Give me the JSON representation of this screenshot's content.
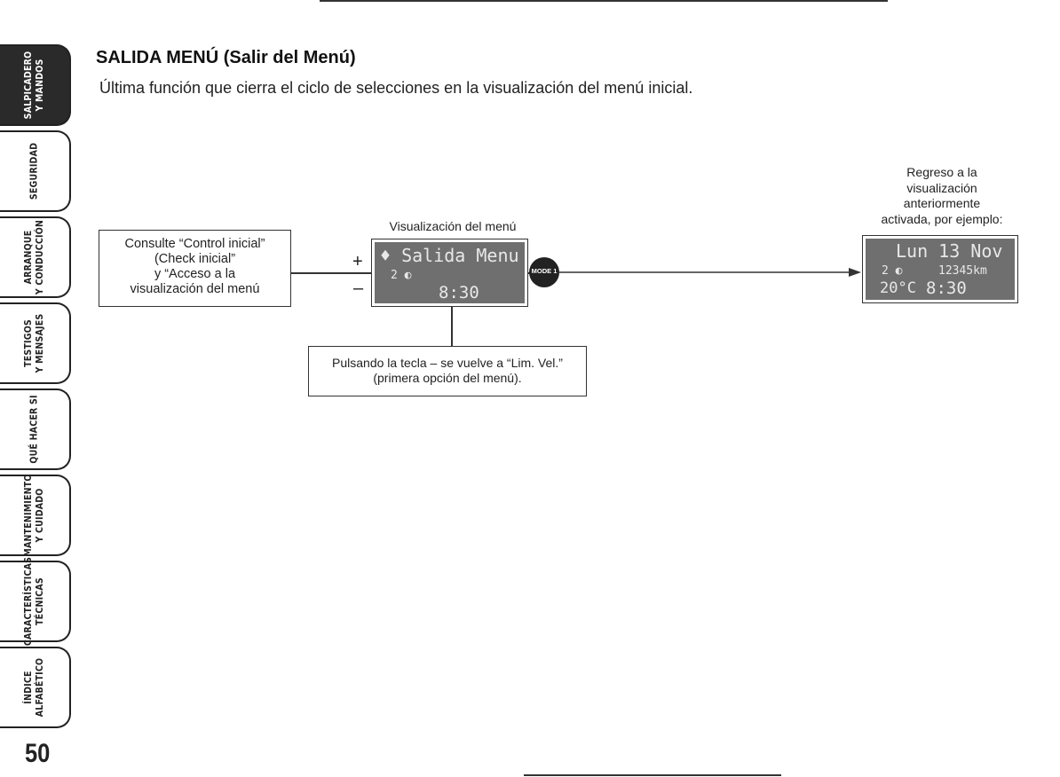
{
  "page": {
    "title": "SALIDA MENÚ (Salir del Menú)",
    "subtitle": "Última función que cierra el ciclo de selecciones en la visualización del menú inicial.",
    "page_number": "50"
  },
  "tabs": [
    {
      "line1": "SALPICADERO",
      "line2": "Y MANDOS",
      "active": true
    },
    {
      "line1": "SEGURIDAD",
      "line2": "",
      "active": false
    },
    {
      "line1": "ARRANQUE",
      "line2": "Y CONDUCCIÓN",
      "active": false
    },
    {
      "line1": "TESTIGOS",
      "line2": "Y MENSAJES",
      "active": false
    },
    {
      "line1": "QUÉ HACER SI",
      "line2": "",
      "active": false
    },
    {
      "line1": "MANTENIMIENTO",
      "line2": "Y CUIDADO",
      "active": false
    },
    {
      "line1": "CARACTERÍSTICAS",
      "line2": "TÉCNICAS",
      "active": false
    },
    {
      "line1": "ÍNDICE",
      "line2": "ALFABÉTICO",
      "active": false
    }
  ],
  "diagram": {
    "left_box": {
      "lines": [
        "Consulte “Control inicial”",
        "(Check inicial”",
        "y “Acceso a la",
        "visualización del menú"
      ]
    },
    "menu_display": {
      "caption": "Visualización del menú",
      "line1": "♦ Salida Menu",
      "line2": "2 ◐",
      "line3": "8:30",
      "plus": "+",
      "minus": "–"
    },
    "mode_button": "MODE 1",
    "bottom_box": {
      "lines": [
        "Pulsando la tecla – se vuelve a “Lim. Vel.”",
        "(primera opción del menú)."
      ]
    },
    "return_display": {
      "caption_lines": [
        "Regreso a la",
        "visualización",
        "anteriormente",
        "activada, por ejemplo:"
      ],
      "line1": "Lun 13 Nov",
      "line2_left": "2 ◐",
      "line2_right": "12345km",
      "line3_left": "20°C",
      "line3_right": "8:30"
    }
  },
  "colors": {
    "lcd_bg": "#6f6f6f",
    "lcd_text": "#e8e8e8",
    "active_tab": "#2a2a2a"
  }
}
